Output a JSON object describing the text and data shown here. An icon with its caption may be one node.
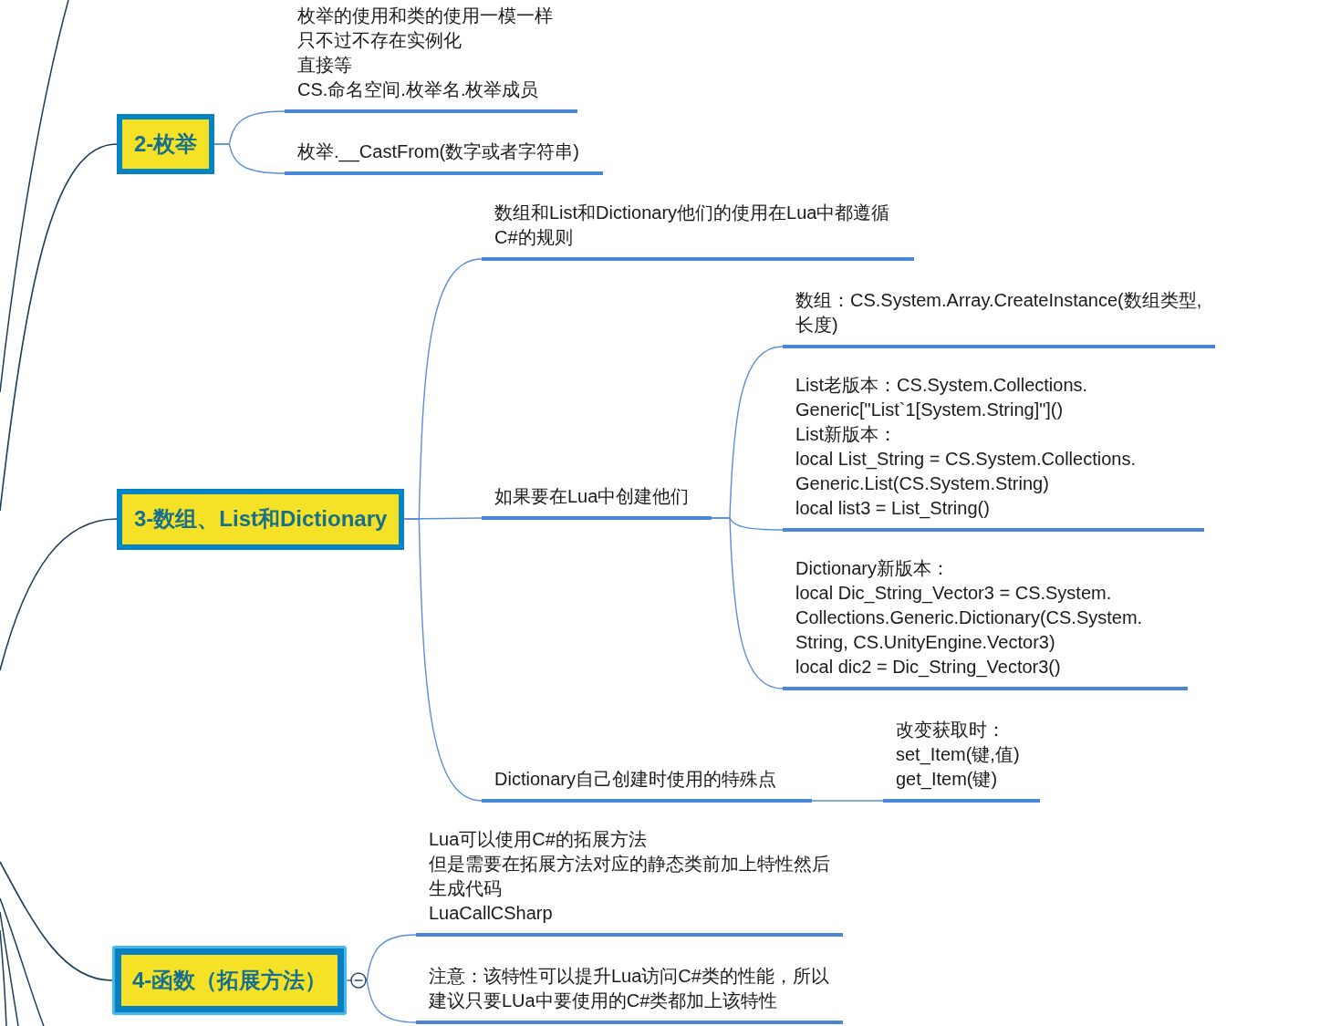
{
  "diagram": {
    "nodes": [
      {
        "text": [
          "2-枚举"
        ]
      },
      {
        "text": [
          "枚举的使用和类的使用一模一样",
          "只不过不存在实例化",
          "直接等",
          "CS.命名空间.枚举名.枚举成员"
        ]
      },
      {
        "text": [
          "枚举.__CastFrom(数字或者字符串)"
        ]
      },
      {
        "text": [
          "3-数组、List和Dictionary"
        ]
      },
      {
        "text": [
          "数组和List和Dictionary他们的使用在Lua中都遵循C#的规则"
        ]
      },
      {
        "text": [
          "如果要在Lua中创建他们"
        ]
      },
      {
        "text": [
          "数组：CS.System.Array.CreateInstance(数组类型,长度)"
        ]
      },
      {
        "text": [
          "List老版本：CS.System.Collections.Generic[\"List`1[System.String]\"]()",
          "List新版本：",
          "local List_String = CS.System.Collections.Generic.List(CS.System.String)",
          "local list3 = List_String()"
        ]
      },
      {
        "text": [
          "Dictionary新版本：",
          "local Dic_String_Vector3 = CS.System.Collections.Generic.Dictionary(CS.System.String, CS.UnityEngine.Vector3)",
          "local dic2 = Dic_String_Vector3()"
        ]
      },
      {
        "text": [
          "Dictionary自己创建时使用的特殊点"
        ]
      },
      {
        "text": [
          "改变获取时：",
          "set_Item(键,值)",
          "get_Item(键)"
        ]
      },
      {
        "text": [
          "4-函数（拓展方法）"
        ]
      },
      {
        "text": [
          "Lua可以使用C#的拓展方法",
          "但是需要在拓展方法对应的静态类前加上特性然后生成代码",
          "LuaCallCSharp"
        ]
      },
      {
        "text": [
          "注意：该特性可以提升Lua访问C#类的性能，所以建议只要LUa中要使用的C#类都加上该特性"
        ]
      }
    ],
    "edges": [
      {
        "from": null,
        "to": 0,
        "arrow": "none",
        "color": "#1c3d5a"
      },
      {
        "from": 0,
        "to": 1,
        "arrow": "none"
      },
      {
        "from": 0,
        "to": 2,
        "arrow": "none"
      },
      {
        "from": null,
        "to": 3,
        "arrow": "none",
        "color": "#1c3d5a"
      },
      {
        "from": 3,
        "to": 4,
        "arrow": "none"
      },
      {
        "from": 3,
        "to": 5,
        "arrow": "none"
      },
      {
        "from": 3,
        "to": 9,
        "arrow": "none"
      },
      {
        "from": 5,
        "to": 6,
        "arrow": "none"
      },
      {
        "from": 5,
        "to": 7,
        "arrow": "none"
      },
      {
        "from": 5,
        "to": 8,
        "arrow": "none"
      },
      {
        "from": 9,
        "to": 10,
        "arrow": "none"
      },
      {
        "from": null,
        "to": 11,
        "arrow": "none",
        "color": "#1c3d5a"
      },
      {
        "from": 11,
        "to": 12,
        "arrow": "none"
      },
      {
        "from": 11,
        "to": 13,
        "arrow": "none"
      }
    ]
  }
}
